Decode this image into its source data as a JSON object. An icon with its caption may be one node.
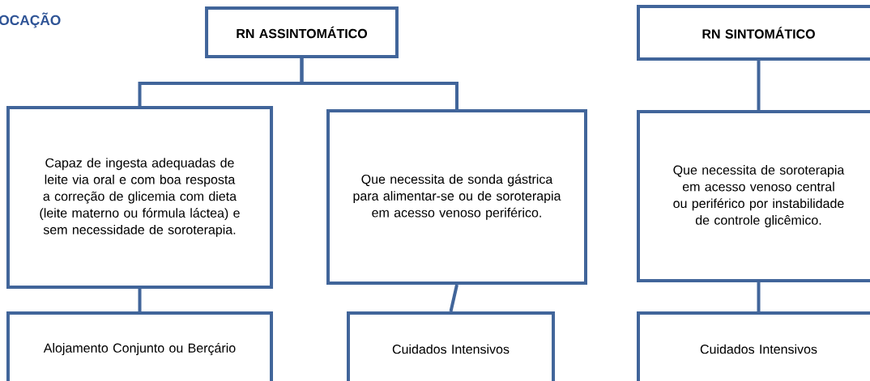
{
  "diagram": {
    "title": "OCAÇÃO",
    "nodes": [
      {
        "text": [
          "RN ASSINTOMÁTICO"
        ]
      },
      {
        "text": [
          "Capaz de ingesta adequadas de leite via oral e com boa resposta a correção de glicemia com dieta (leite materno ou fórmula láctea) e sem necessidade de soroterapia."
        ]
      },
      {
        "text": [
          "Que necessita de sonda gástrica para alimentar-se ou de soroterapia em acesso venoso periférico."
        ]
      },
      {
        "text": [
          "Alojamento Conjunto ou Berçário"
        ]
      },
      {
        "text": [
          "Cuidados Intensivos"
        ]
      },
      {
        "text": [
          "RN SINTOMÁTICO"
        ]
      },
      {
        "text": [
          "Que necessita de soroterapia em acesso venoso central ou periférico por instabilidade de controle glicêmico."
        ]
      },
      {
        "text": [
          "Cuidados Intensivos"
        ]
      }
    ],
    "edges": [
      {
        "from": 0,
        "to": 1,
        "arrow": "none"
      },
      {
        "from": 0,
        "to": 2,
        "arrow": "none"
      },
      {
        "from": 1,
        "to": 3,
        "arrow": "none"
      },
      {
        "from": 2,
        "to": 4,
        "arrow": "none"
      },
      {
        "from": 5,
        "to": 6,
        "arrow": "none"
      },
      {
        "from": 6,
        "to": 7,
        "arrow": "none"
      }
    ]
  }
}
